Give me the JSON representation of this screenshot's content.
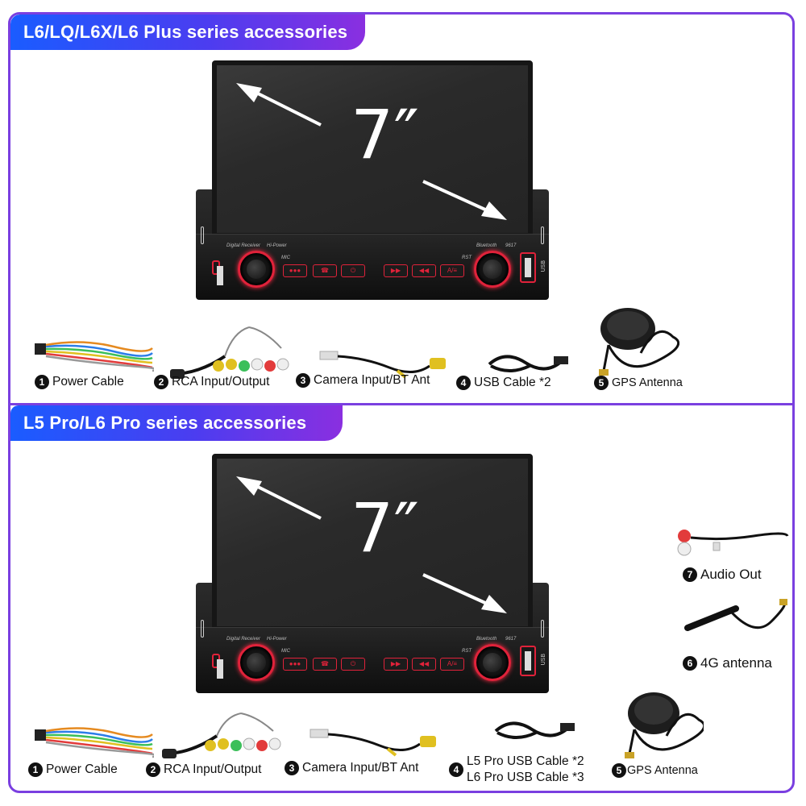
{
  "sections": [
    {
      "title": "L6/LQ/L6X/L6 Plus series accessories",
      "screen_size": "7″",
      "faceplate": {
        "brand_left": "Digital Receiver",
        "brand_right": "Hi-Power",
        "bluetooth": "Bluetooth",
        "model": "9617",
        "mic": "MIC",
        "rst": "RST",
        "usb": "USB"
      },
      "accessories": [
        {
          "num": "1",
          "label": "Power Cable"
        },
        {
          "num": "2",
          "label": "RCA Input/Output"
        },
        {
          "num": "3",
          "label": "Camera Input/BT Ant"
        },
        {
          "num": "4",
          "label": "USB Cable *2"
        },
        {
          "num": "5",
          "label": "GPS Antenna"
        }
      ]
    },
    {
      "title": "L5 Pro/L6 Pro series accessories",
      "screen_size": "7″",
      "faceplate": {
        "brand_left": "Digital Receiver",
        "brand_right": "Hi-Power",
        "bluetooth": "Bluetooth",
        "model": "9617",
        "mic": "MIC",
        "rst": "RST",
        "usb": "USB"
      },
      "accessories": [
        {
          "num": "1",
          "label": "Power Cable"
        },
        {
          "num": "2",
          "label": "RCA Input/Output"
        },
        {
          "num": "3",
          "label": "Camera Input/BT Ant"
        },
        {
          "num": "4",
          "label": "L5 Pro USB Cable *2",
          "label2": "L6 Pro USB Cable *3"
        },
        {
          "num": "5",
          "label": "GPS Antenna"
        },
        {
          "num": "6",
          "label": "4G antenna"
        },
        {
          "num": "7",
          "label": "Audio Out"
        }
      ]
    }
  ],
  "colors": {
    "banner_start": "#1a5cff",
    "banner_end": "#8a2fe0",
    "accent_red": "#e0223a",
    "frame": "#7a3fe0"
  }
}
